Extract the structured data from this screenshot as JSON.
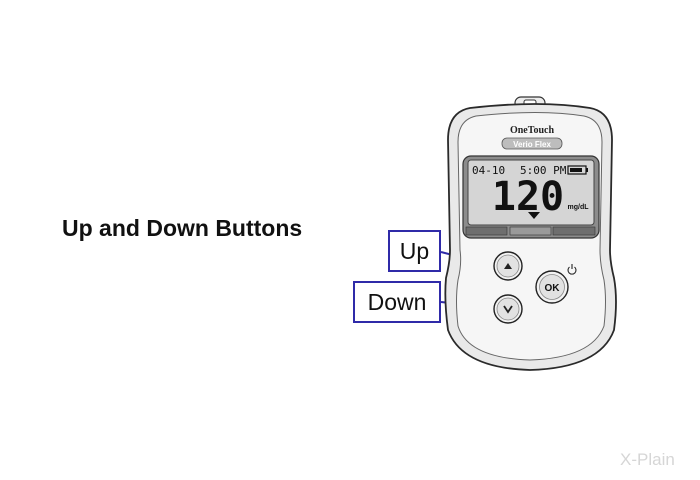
{
  "title": "Up and Down Buttons",
  "callouts": {
    "up": "Up",
    "down": "Down"
  },
  "meter": {
    "brand": "OneTouch",
    "model": "Verio Flex",
    "display": {
      "date": "04-10",
      "time": "5:00 PM",
      "reading": "120",
      "unit": "mg/dL"
    },
    "buttons": {
      "ok": "OK"
    }
  },
  "colors": {
    "callout_border": "#2f2aa8",
    "meter_body": "#f1f1f1",
    "screen": "#cfcfcf"
  },
  "watermark": "X-Plain"
}
